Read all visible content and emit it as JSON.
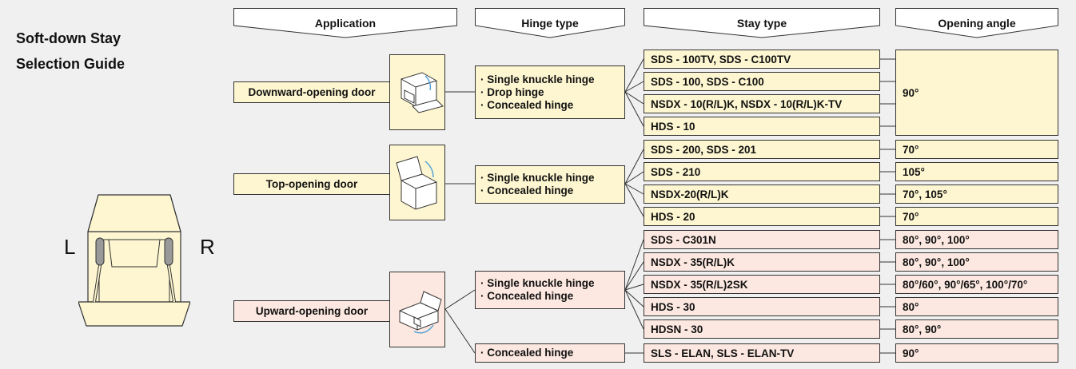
{
  "title_lines": [
    "Soft-down Stay",
    "Selection Guide"
  ],
  "headers": {
    "application": "Application",
    "hinge_type": "Hinge type",
    "stay_type": "Stay type",
    "opening_angle": "Opening angle"
  },
  "side_labels": {
    "left": "L",
    "right": "R"
  },
  "groups": [
    {
      "application": "Downward-opening door",
      "color": "#fdf6d0",
      "icon": "downward-door-icon",
      "hinges": [
        {
          "lines": [
            "· Single knuckle hinge",
            "· Drop hinge",
            "· Concealed hinge"
          ],
          "stays": [
            "SDS - 100TV, SDS - C100TV",
            "SDS - 100, SDS - C100",
            "NSDX - 10(R/L)K, NSDX - 10(R/L)K-TV",
            "HDS - 10"
          ]
        }
      ],
      "angle_merged": "90°"
    },
    {
      "application": "Top-opening door",
      "color": "#fdf6d0",
      "icon": "top-door-icon",
      "hinges": [
        {
          "lines": [
            "· Single knuckle hinge",
            "· Concealed hinge"
          ],
          "stays": [
            "SDS - 200, SDS - 201",
            "SDS - 210",
            "NSDX-20(R/L)K",
            "HDS - 20"
          ],
          "angles": [
            "70°",
            "105°",
            "70°, 105°",
            "70°"
          ]
        }
      ]
    },
    {
      "application": "Upward-opening door",
      "color": "#fce8e0",
      "icon": "upward-door-icon",
      "hinges": [
        {
          "lines": [
            "· Single knuckle hinge",
            "· Concealed hinge"
          ],
          "stays": [
            "SDS - C301N",
            "NSDX - 35(R/L)K",
            "NSDX - 35(R/L)2SK",
            "HDS - 30",
            "HDSN - 30"
          ],
          "angles": [
            "80°, 90°, 100°",
            "80°, 90°, 100°",
            "80°/60°, 90°/65°, 100°/70°",
            "80°",
            "80°, 90°"
          ]
        },
        {
          "lines": [
            "· Concealed hinge"
          ],
          "stays": [
            "SLS - ELAN, SLS - ELAN-TV"
          ],
          "angles": [
            "90°"
          ]
        }
      ]
    }
  ]
}
